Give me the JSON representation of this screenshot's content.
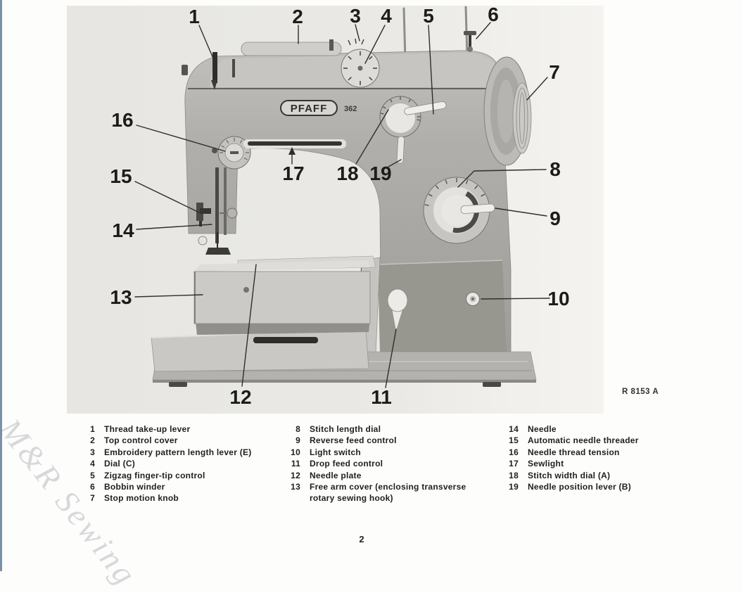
{
  "page": {
    "number": "2",
    "figure_ref": "R 8153 A",
    "watermark": "M&R Sewing"
  },
  "machine": {
    "brand": "PFAFF",
    "model": "362"
  },
  "colors": {
    "scan_edge": "#7b90a9",
    "ink": "#1d1c19",
    "photo_bg": "#eae9e5"
  },
  "legend": {
    "columns": [
      [
        {
          "num": "1",
          "label": "Thread take-up lever"
        },
        {
          "num": "2",
          "label": "Top control cover"
        },
        {
          "num": "3",
          "label": "Embroidery pattern length lever (E)"
        },
        {
          "num": "4",
          "label": "Dial (C)"
        },
        {
          "num": "5",
          "label": "Zigzag finger-tip control"
        },
        {
          "num": "6",
          "label": "Bobbin winder"
        },
        {
          "num": "7",
          "label": "Stop motion knob"
        }
      ],
      [
        {
          "num": "8",
          "label": "Stitch length dial"
        },
        {
          "num": "9",
          "label": "Reverse feed control"
        },
        {
          "num": "10",
          "label": "Light switch"
        },
        {
          "num": "11",
          "label": "Drop feed control"
        },
        {
          "num": "12",
          "label": "Needle plate"
        },
        {
          "num": "13",
          "label": "Free arm cover (enclosing transverse rotary sewing hook)"
        }
      ],
      [
        {
          "num": "14",
          "label": "Needle"
        },
        {
          "num": "15",
          "label": "Automatic needle threader"
        },
        {
          "num": "16",
          "label": "Needle thread tension"
        },
        {
          "num": "17",
          "label": "Sewlight"
        },
        {
          "num": "18",
          "label": "Stitch width dial (A)"
        },
        {
          "num": "19",
          "label": "Needle position lever (B)"
        }
      ]
    ]
  }
}
